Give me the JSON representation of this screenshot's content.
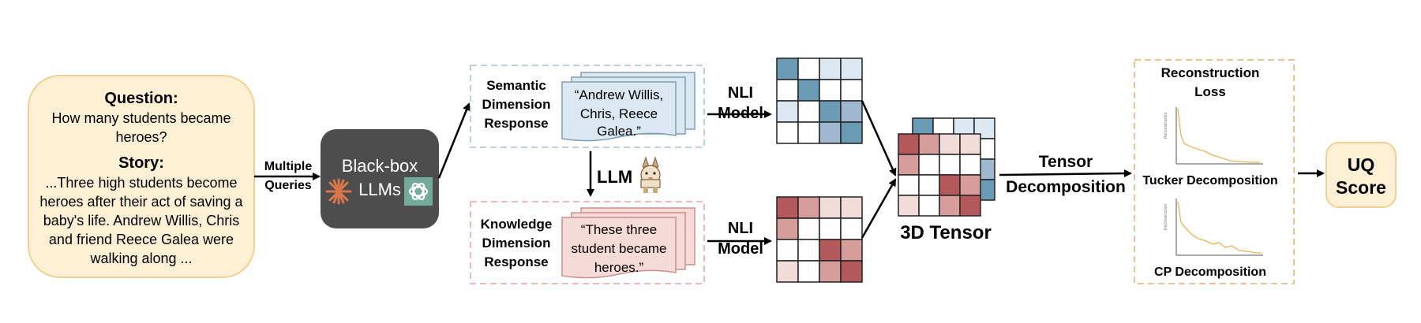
{
  "input_card": {
    "question_title": "Question:",
    "question_lines": [
      "How many students became",
      "heroes?"
    ],
    "story_title": "Story:",
    "story_lines": [
      "...Three high students become",
      "heroes after their act of saving a",
      "baby's life. Andrew Willis, Chris",
      "and friend Reece Galea were",
      "walking along ..."
    ]
  },
  "arrow_label_queries": [
    "Multiple",
    "Queries"
  ],
  "llm_box": {
    "title": "Black-box",
    "subtitle": "LLMs"
  },
  "semantic_panel": {
    "label_lines": [
      "Semantic",
      "Dimension",
      "Response"
    ],
    "quote_lines": [
      "“Andrew Willis,",
      "Chris, Reece",
      "Galea.”"
    ]
  },
  "llm_arrow_label": "LLM",
  "knowledge_panel": {
    "label_lines": [
      "Knowledge",
      "Dimension",
      "Response"
    ],
    "quote_lines": [
      "“These three",
      "student became",
      "heroes.”"
    ]
  },
  "nli_top": [
    "NLI",
    "Model"
  ],
  "nli_bottom": [
    "NLI",
    "Model"
  ],
  "blue_matrix": [
    "#6a9bb4",
    "#ffffff",
    "#dbe7f1",
    "#dbe7f1",
    "#ffffff",
    "#6a9bb4",
    "#ffffff",
    "#ffffff",
    "#dbe7f1",
    "#ffffff",
    "#6a9bb4",
    "#9fb8cf",
    "#ffffff",
    "#ffffff",
    "#9fb8cf",
    "#6a9bb4"
  ],
  "red_matrix": [
    "#b4595b",
    "#d69d9b",
    "#f1dcda",
    "#f1dcda",
    "#d69d9b",
    "#ffffff",
    "#ffffff",
    "#ffffff",
    "#ffffff",
    "#ffffff",
    "#b4595b",
    "#d69d9b",
    "#f1dcda",
    "#ffffff",
    "#d69d9b",
    "#b4595b"
  ],
  "tensor_label": "3D Tensor",
  "tensor_arrow_label": [
    "Tensor",
    "Decomposition"
  ],
  "decomp_panel": {
    "title_lines": [
      "Reconstruction",
      "Loss"
    ],
    "plot1_label": "Tucker Decomposition",
    "plot2_label": "CP Decomposition"
  },
  "output_box": [
    "UQ",
    "Score"
  ],
  "colors": {
    "input_fill": "#fdf0d5",
    "input_stroke": "#f1cf95",
    "llm_fill": "#4d4d4d",
    "blue_dash": "#b9cfe0",
    "red_dash": "#efb8b8",
    "orange_dash": "#efc08f",
    "score_fill": "#fdf0d5",
    "curve": "#e9b355"
  }
}
